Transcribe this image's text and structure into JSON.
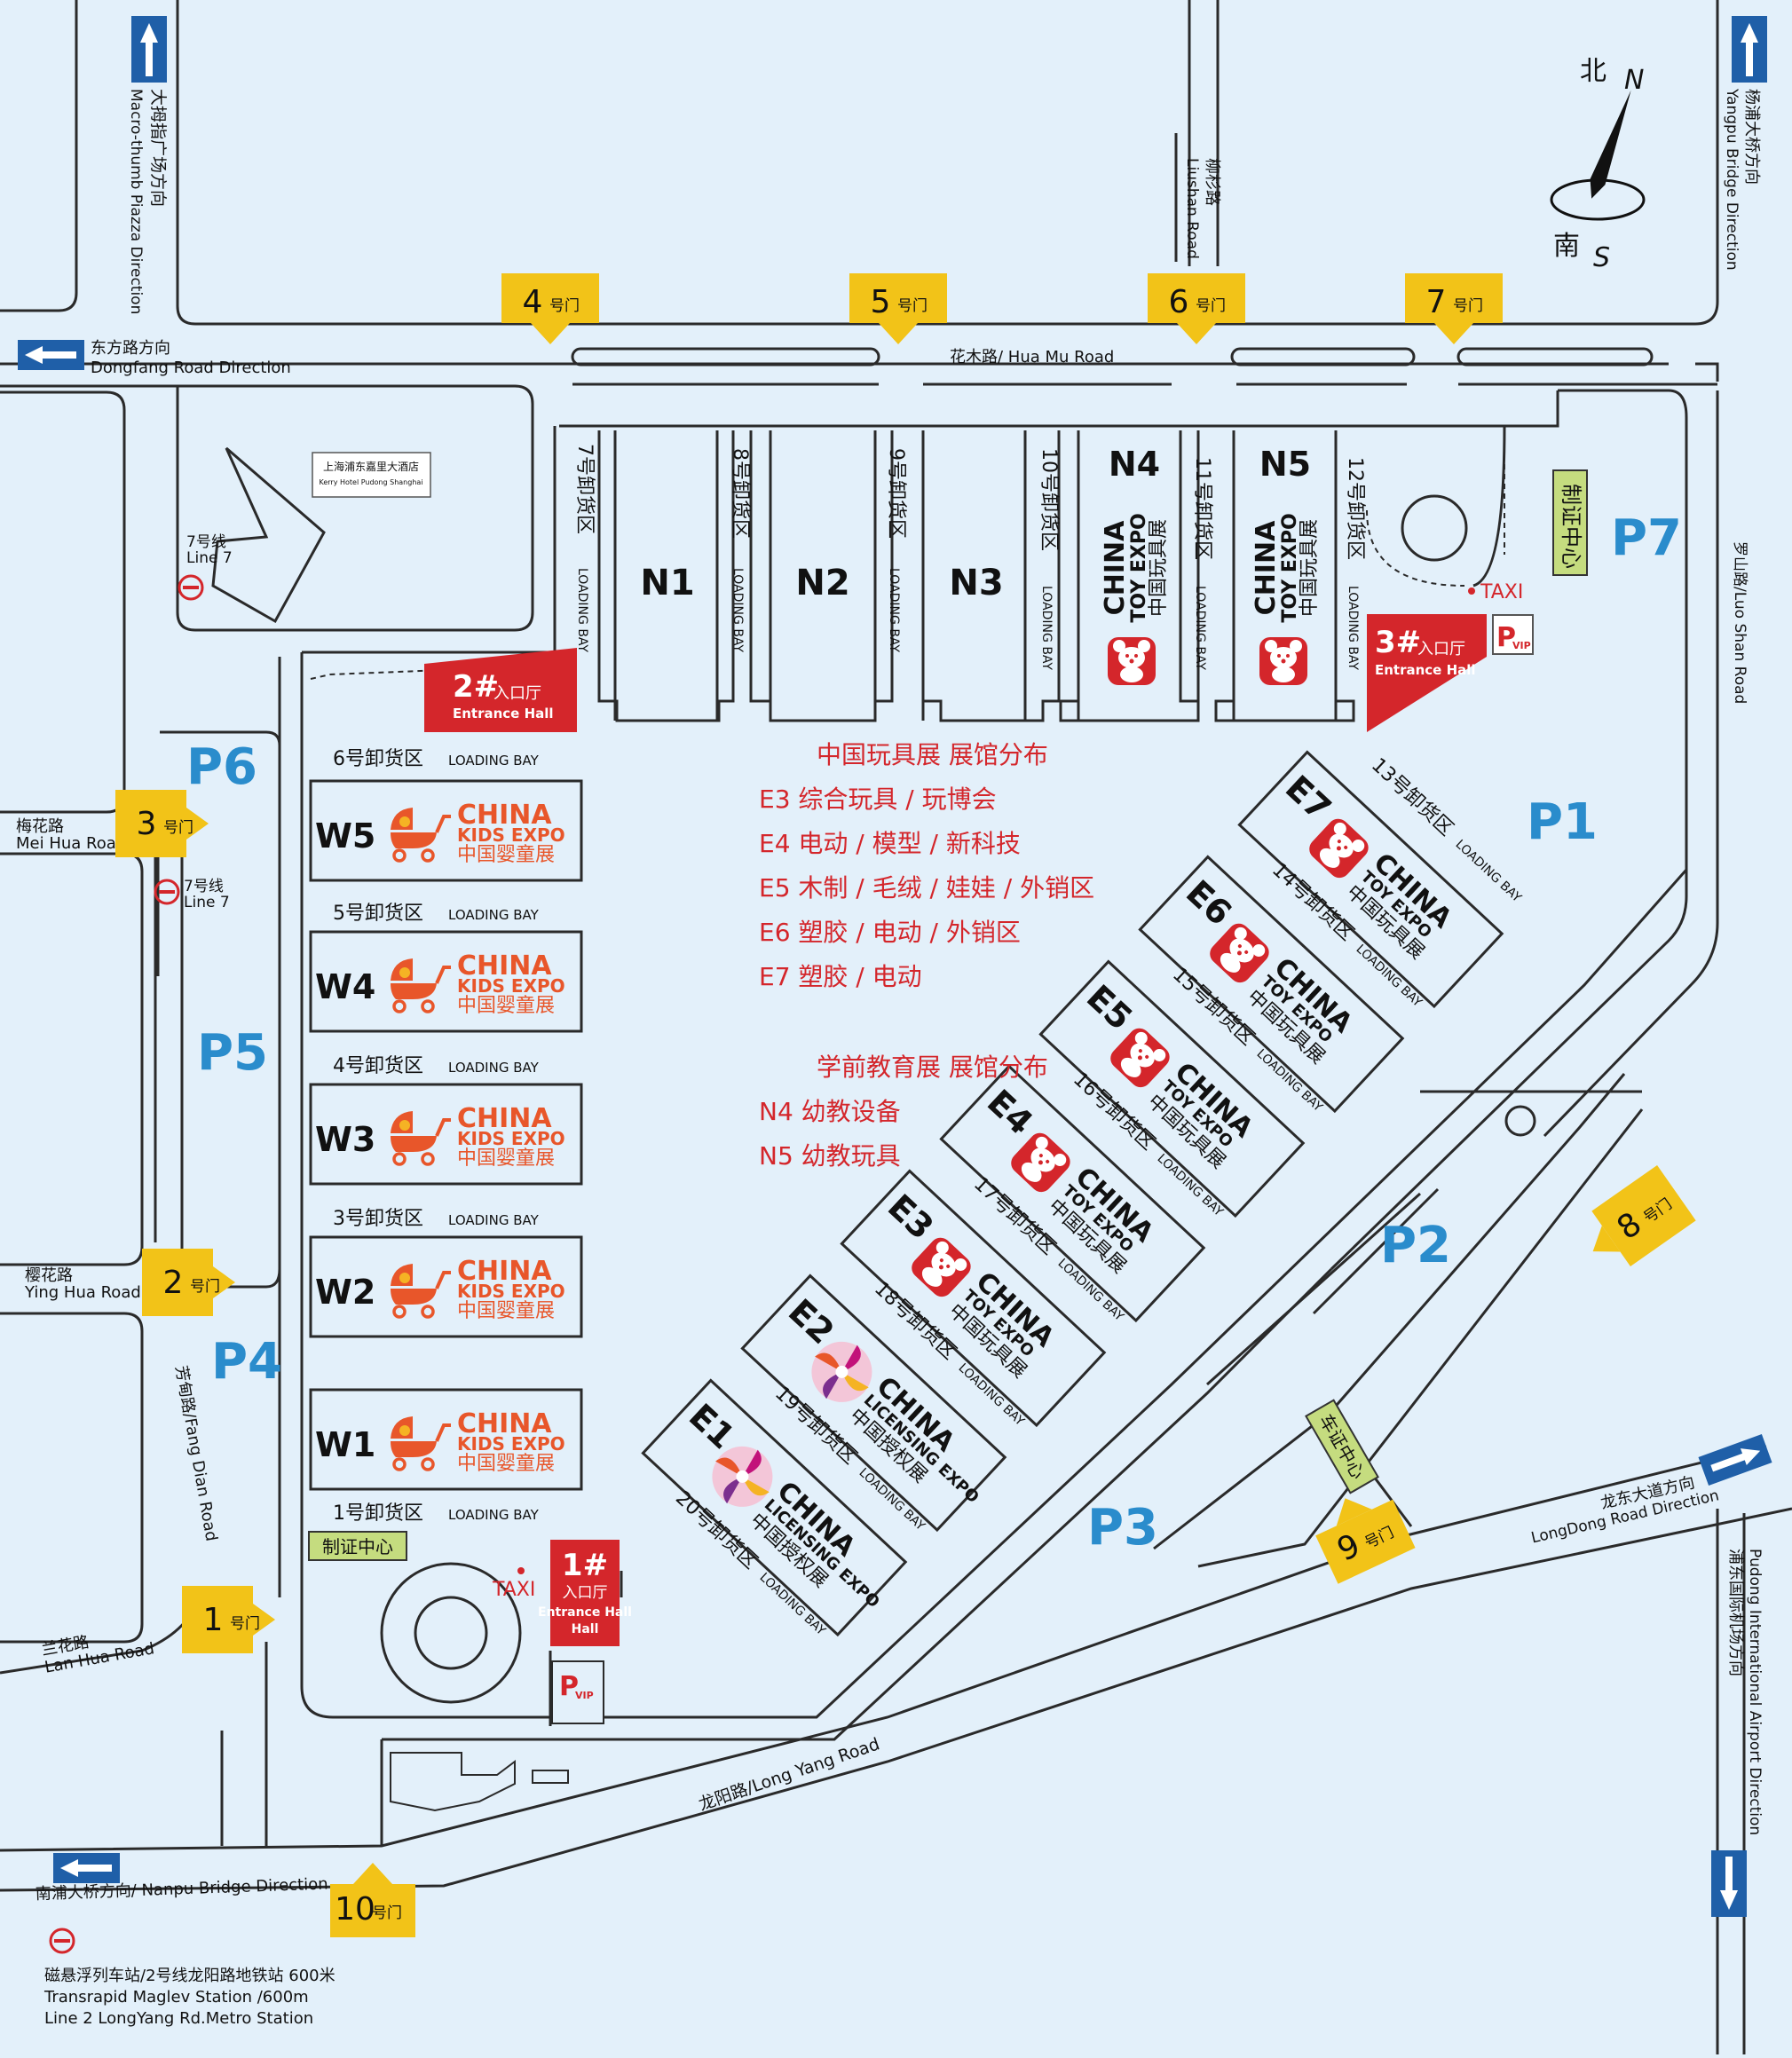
{
  "compass": {
    "north_cn": "北",
    "north_en": "N",
    "south_cn": "南",
    "south_en": "S"
  },
  "roads": {
    "macro_thumb_cn": "大拇指广场方向",
    "macro_thumb_en": "Macro-thumb Piazza Direction",
    "yangpu_cn": "杨浦大桥方向",
    "yangpu_en": "Yangpu Bridge Direction",
    "liushan_cn": "柳杉路",
    "liushan_en": "Liushan Road",
    "dongfang_cn": "东方路方向",
    "dongfang_en": "Dongfang Road Direction",
    "huamu": "花木路/ Hua Mu Road",
    "luoshan": "罗山路/Luo Shan Road",
    "meihua_cn": "梅花路",
    "meihua_en": "Mei Hua Road",
    "yinghua_cn": "樱花路",
    "yinghua_en": "Ying Hua Road",
    "fangdian": "芳甸路/Fang Dian Road",
    "lanhua_cn": "兰花路",
    "lanhua_en": "Lan Hua Road",
    "longyang": "龙阳路/Long Yang Road",
    "longdong_cn": "龙东大道方向",
    "longdong_en": "LongDong Road Direction",
    "pudong_airport_cn": "浦东国际机场方向",
    "pudong_airport_en": "Pudong International Airport Direction",
    "nanpu": "南浦大桥方向/ Nanpu Bridge Direction"
  },
  "hotel": {
    "cn": "上海浦东嘉里大酒店",
    "en": "Kerry Hotel Pudong Shanghai"
  },
  "metro_line7": {
    "cn": "7号线",
    "en": "Line 7"
  },
  "metro_footer": [
    "磁悬浮列车站/2号线龙阳路地铁站  600米",
    "Transrapid Maglev Station  /600m",
    "Line 2 LongYang Rd.Metro Station"
  ],
  "gates": [
    {
      "num": "1",
      "suffix": "号门"
    },
    {
      "num": "2",
      "suffix": "号门"
    },
    {
      "num": "3",
      "suffix": "号门"
    },
    {
      "num": "4",
      "suffix": "号门"
    },
    {
      "num": "5",
      "suffix": "号门"
    },
    {
      "num": "6",
      "suffix": "号门"
    },
    {
      "num": "7",
      "suffix": "号门"
    },
    {
      "num": "8",
      "suffix": "号门"
    },
    {
      "num": "9",
      "suffix": "号门"
    },
    {
      "num": "10",
      "suffix": "号门"
    }
  ],
  "parking": [
    "P1",
    "P2",
    "P3",
    "P4",
    "P5",
    "P6",
    "P7"
  ],
  "entrance_halls": [
    {
      "num": "1#",
      "cn": "入口厅",
      "en": "Entrance Hall"
    },
    {
      "num": "2#",
      "cn": "入口厅",
      "en": "Entrance Hall"
    },
    {
      "num": "3#",
      "cn": "入口厅",
      "en": "Entrance Hall"
    }
  ],
  "taxi": "TAXI",
  "vip_p": "P",
  "vip_sub": "VIP",
  "cert_center": "制证中心",
  "car_cert_center": "车证中心",
  "loading_en": "LOADING BAY",
  "north_halls": [
    "N1",
    "N2",
    "N3",
    "N4",
    "N5"
  ],
  "north_loading": [
    "7号卸货区",
    "8号卸货区",
    "9号卸货区",
    "10号卸货区",
    "11号卸货区",
    "12号卸货区"
  ],
  "west_halls": [
    "W5",
    "W4",
    "W3",
    "W2",
    "W1"
  ],
  "west_loading": [
    "6号卸货区",
    "5号卸货区",
    "4号卸货区",
    "3号卸货区",
    "1号卸货区"
  ],
  "east_halls": [
    "E7",
    "E6",
    "E5",
    "E4",
    "E3",
    "E2",
    "E1"
  ],
  "east_loading": [
    "13号卸货区",
    "14号卸货区",
    "15号卸货区",
    "16号卸货区",
    "17号卸货区",
    "18号卸货区",
    "19号卸货区",
    "20号卸货区"
  ],
  "brands": {
    "toy": {
      "l1": "CHINA",
      "l2": "TOY EXPO",
      "cn": "中国玩具展"
    },
    "kids": {
      "l1": "CHINA",
      "l2": "KIDS EXPO",
      "cn": "中国婴童展"
    },
    "lic": {
      "l1": "CHINA",
      "l2": "LICENSING EXPO",
      "cn": "中国授权展"
    }
  },
  "legend": {
    "toy_title": "中国玩具展 展馆分布",
    "toy_items": [
      "E3 综合玩具 / 玩博会",
      "E4 电动 / 模型 / 新科技",
      "E5 木制 / 毛绒 / 娃娃 / 外销区",
      "E6 塑胶 / 电动 / 外销区",
      "E7 塑胶 / 电动"
    ],
    "edu_title": "学前教育展 展馆分布",
    "edu_items": [
      "N4 幼教设备",
      "N5 幼教玩具"
    ]
  },
  "colors": {
    "gate": "#f2c318",
    "hall_red": "#d4262b",
    "parking": "#2a8ccc",
    "brand_orange": "#e8562a",
    "background": "#e3f0fa",
    "cert": "#c5dc7f",
    "arrow": "#1f5fa8"
  }
}
